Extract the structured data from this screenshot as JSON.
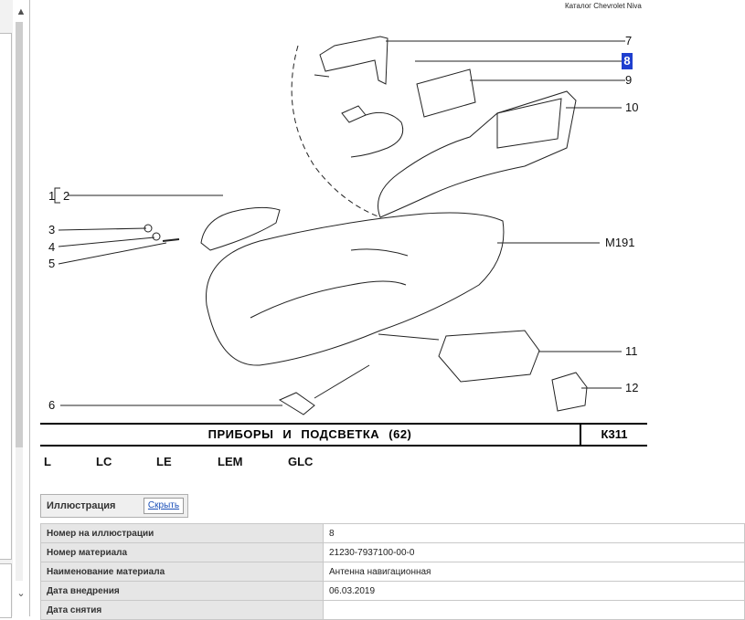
{
  "catalog_title": "Каталог Chevrolet Niva",
  "scrollbar": {
    "up_glyph": "▲",
    "down_glyph": "⌄"
  },
  "diagram": {
    "callouts": [
      "7",
      "8",
      "9",
      "10",
      "1",
      "2",
      "3",
      "4",
      "5",
      "M191",
      "11",
      "12",
      "6"
    ],
    "highlighted_callout": "8",
    "highlight_color": "#1f3fcf"
  },
  "section": {
    "title": "ПРИБОРЫ И ПОДСВЕТКА (62)",
    "code": "К311"
  },
  "variants": [
    "L",
    "LC",
    "LE",
    "LEM",
    "GLC"
  ],
  "illustration": {
    "label": "Иллюстрация",
    "hide_link": "Скрыть"
  },
  "details": [
    {
      "label": "Номер на иллюстрации",
      "value": "8"
    },
    {
      "label": "Номер материала",
      "value": "21230-7937100-00-0"
    },
    {
      "label": "Наименование материала",
      "value": "Антенна навигационная"
    },
    {
      "label": "Дата внедрения",
      "value": "06.03.2019"
    },
    {
      "label": "Дата снятия",
      "value": ""
    }
  ]
}
